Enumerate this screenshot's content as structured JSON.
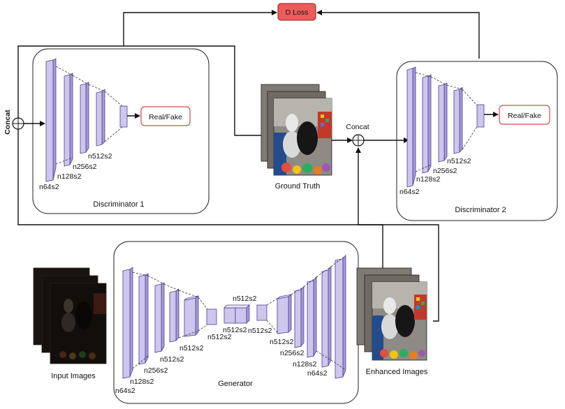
{
  "dloss": {
    "label": "D Loss",
    "color": "#ef5b5b"
  },
  "concat_left": "Concat",
  "concat_mid": "Concat",
  "discriminator1": {
    "title": "Discriminator 1",
    "output": "Real/Fake",
    "layers": [
      "n64s2",
      "n128s2",
      "n256s2",
      "n512s2"
    ]
  },
  "discriminator2": {
    "title": "Discriminator 2",
    "output": "Real/Fake",
    "layers": [
      "n64s2",
      "n128s2",
      "n256s2",
      "n512s2"
    ]
  },
  "ground_truth": {
    "caption": "Ground Truth"
  },
  "input_images": {
    "caption": "Input Images"
  },
  "enhanced_images": {
    "caption": "Enhanced Images"
  },
  "generator": {
    "title": "Generator",
    "encoder_layers": [
      "n64s2",
      "n128s2",
      "n256s2",
      "n512s2",
      "n512s2"
    ],
    "bottleneck_layers": [
      "n512s2",
      "n512s2",
      "n512s2"
    ],
    "decoder_layers": [
      "n512s2",
      "n512s2",
      "n256s2",
      "n128s2",
      "n64s2"
    ]
  },
  "colors": {
    "layer_fill": "#cfc6ee",
    "layer_stroke": "#4b3f8f",
    "output_box_border": "#d04a4a"
  }
}
